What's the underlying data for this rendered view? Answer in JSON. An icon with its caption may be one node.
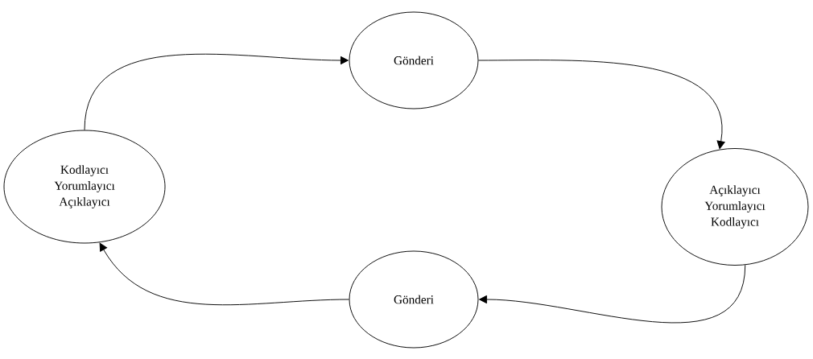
{
  "diagram": {
    "nodes": [
      {
        "text": [
          "Gönderi"
        ]
      },
      {
        "text": [
          "Kodlayıcı",
          "Yorumlayıcı",
          "Açıklayıcı"
        ]
      },
      {
        "text": [
          "Açıklayıcı",
          "Yorumlayıcı",
          "Kodlayıcı"
        ]
      },
      {
        "text": [
          "Gönderi"
        ]
      }
    ],
    "edges": [
      {
        "from": 1,
        "to": 0,
        "arrow": "to"
      },
      {
        "from": 0,
        "to": 2,
        "arrow": "to"
      },
      {
        "from": 2,
        "to": 3,
        "arrow": "to"
      },
      {
        "from": 3,
        "to": 1,
        "arrow": "to"
      }
    ]
  }
}
